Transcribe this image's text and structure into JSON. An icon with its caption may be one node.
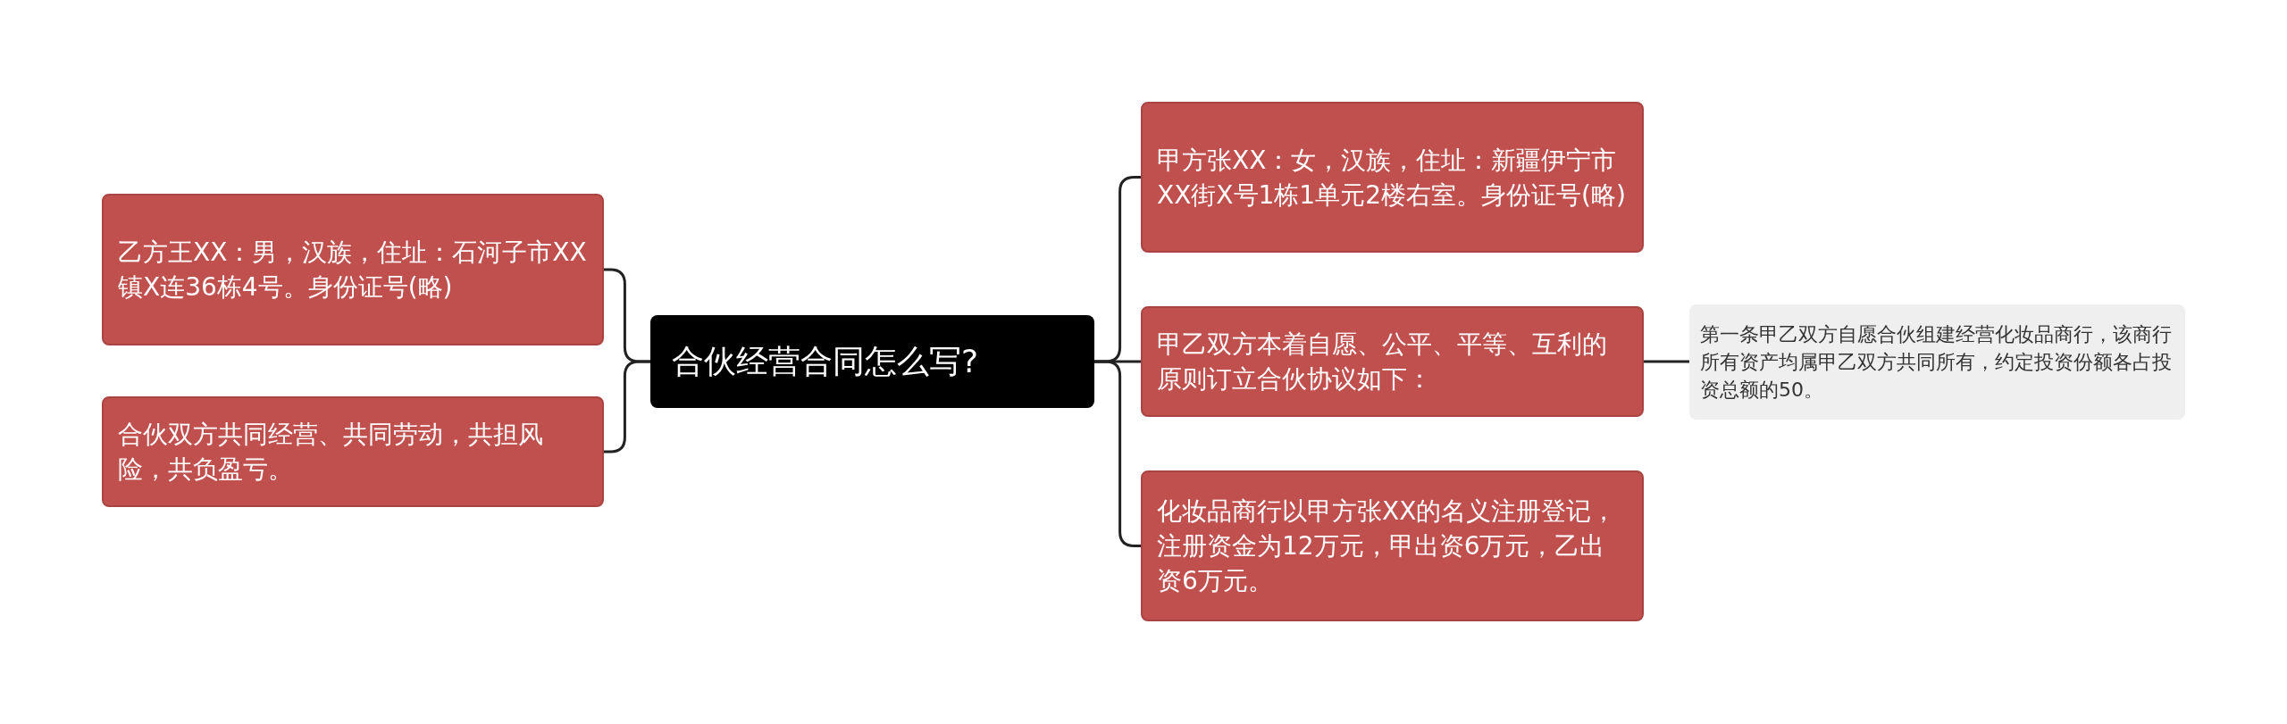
{
  "diagram": {
    "nodes": [
      {
        "text": [
          "合伙经营合同怎么写?"
        ]
      },
      {
        "text": [
          "乙方王XX：男，汉族，住址：石河子市XX镇X连36栋4号。身份证号(略)"
        ]
      },
      {
        "text": [
          "合伙双方共同经营、共同劳动，共担风险，共负盈亏。"
        ]
      },
      {
        "text": [
          "甲方张XX：女，汉族，住址：新疆伊宁市XX街X号1栋1单元2楼右室。身份证号(略)"
        ]
      },
      {
        "text": [
          "甲乙双方本着自愿、公平、平等、互利的原则订立合伙协议如下："
        ]
      },
      {
        "text": [
          "化妆品商行以甲方张XX的名义注册登记，注册资金为12万元，甲出资6万元，乙出资6万元。"
        ]
      },
      {
        "text": [
          "第一条甲乙双方自愿合伙组建经营化妆品商行，该商行所有资产均属甲乙双方共同所有，约定投资份额各占投资总额的50。"
        ]
      }
    ],
    "edges": [
      {
        "from": 0,
        "to": 1,
        "arrow": "none"
      },
      {
        "from": 0,
        "to": 2,
        "arrow": "none"
      },
      {
        "from": 0,
        "to": 3,
        "arrow": "none"
      },
      {
        "from": 0,
        "to": 4,
        "arrow": "none"
      },
      {
        "from": 0,
        "to": 5,
        "arrow": "none"
      },
      {
        "from": 4,
        "to": 6,
        "arrow": "none"
      }
    ]
  }
}
